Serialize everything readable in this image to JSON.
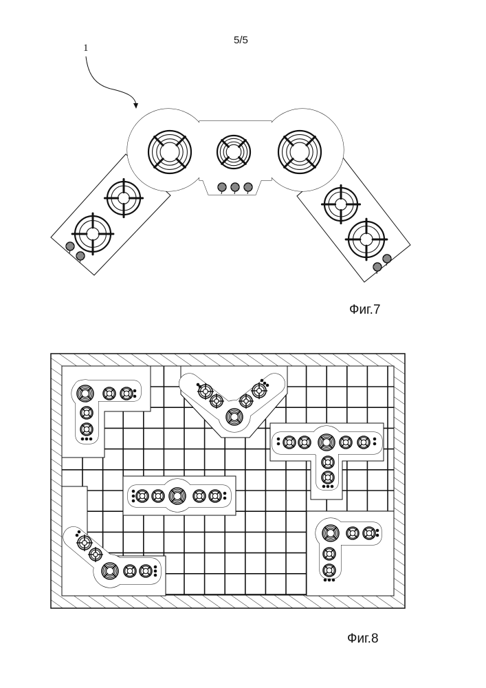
{
  "page_number": "5/5",
  "figure7": {
    "reference_numeral": "1",
    "caption": "Фиг.7"
  },
  "figure8": {
    "caption": "Фиг.8"
  },
  "colors": {
    "ink": "#111111",
    "paper": "#ffffff"
  }
}
